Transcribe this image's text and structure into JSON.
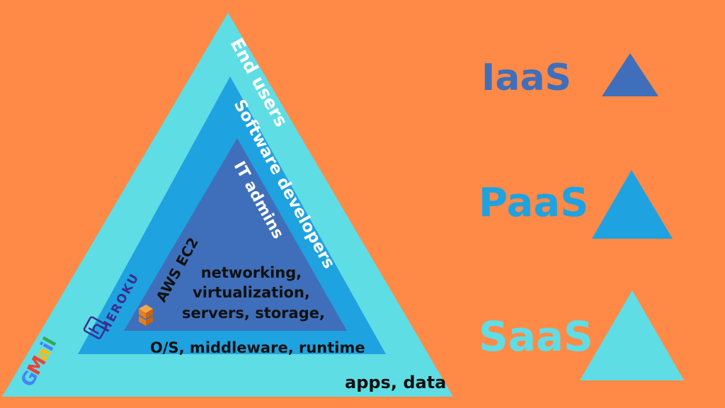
{
  "colors": {
    "background": "#FF8A47",
    "saas": "#5FDDE5",
    "paas": "#1FA2E0",
    "iaas": "#3F6FBA",
    "outline_dark": "#1B2B6B"
  },
  "layers": {
    "saas": {
      "user": "End users",
      "items": "apps, data",
      "example": "Gmail"
    },
    "paas": {
      "user": "Software developers",
      "items": "O/S, middleware, runtime",
      "example": "HEROKU"
    },
    "iaas": {
      "user": "IT admins",
      "items_line1": "networking,",
      "items_line2": "virtualization,",
      "items_line3": "servers, storage,",
      "example": "AWS EC2"
    }
  },
  "legend": [
    {
      "label": "IaaS",
      "color": "#3F6FBA",
      "icon": "triangle-icon"
    },
    {
      "label": "PaaS",
      "color": "#1FA2E0",
      "icon": "triangle-icon"
    },
    {
      "label": "SaaS",
      "color": "#5FDDE5",
      "icon": "triangle-icon"
    }
  ]
}
